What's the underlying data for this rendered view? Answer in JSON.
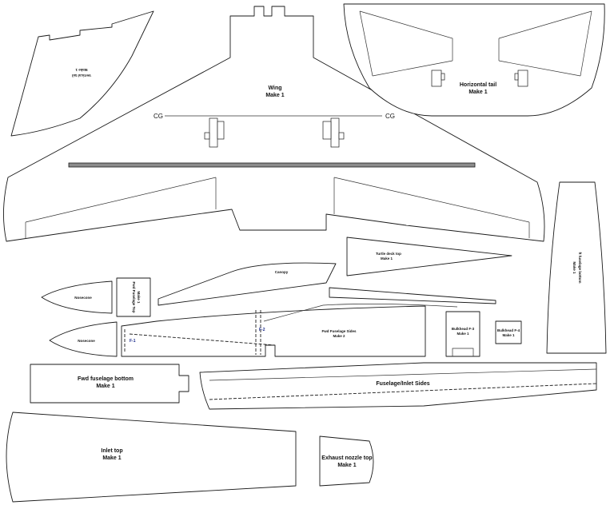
{
  "parts": {
    "vertical_tail": {
      "name": "Vertical tail",
      "qty": "Make 1"
    },
    "wing": {
      "name": "Wing",
      "qty": "Make 1",
      "cg_left": "CG",
      "cg_right": "CG"
    },
    "horizontal_tail": {
      "name": "Horizontal tail",
      "qty": "Make 1"
    },
    "aft_fuselage_bottom": {
      "name": "ft fuselage bottom",
      "qty": "Make 1"
    },
    "turtle_deck_top": {
      "name": "Turtle deck top",
      "qty": "Make 1"
    },
    "canopy": {
      "name": "Canopy"
    },
    "nosecone_upper": {
      "name": "Nosecone"
    },
    "nosecone_lower": {
      "name": "Nosecone"
    },
    "fwd_fuselage_top": {
      "name": "Fwd Fuselage Top",
      "qty": "Make 1"
    },
    "former_f1": {
      "name": "F-1"
    },
    "former_f2": {
      "name": "F-2"
    },
    "fwd_fuselage_sides": {
      "name": "Fwd Fuselage Sides",
      "qty": "Make 2"
    },
    "bulkhead_f3": {
      "name": "Bulkhead F-3",
      "qty": "Make 1"
    },
    "bulkhead_f4": {
      "name": "Bulkhead F-4",
      "qty": "Make 1"
    },
    "fwd_fuselage_bottom": {
      "name": "Fwd fuselage bottom",
      "qty": "Make 1"
    },
    "fuselage_inlet_sides": {
      "name": "Fuselage/Inlet Sides"
    },
    "inlet_top": {
      "name": "Inlet top",
      "qty": "Make 1"
    },
    "exhaust_nozzle_top": {
      "name": "Exhaust nozzle top",
      "qty": "Make 1"
    }
  }
}
